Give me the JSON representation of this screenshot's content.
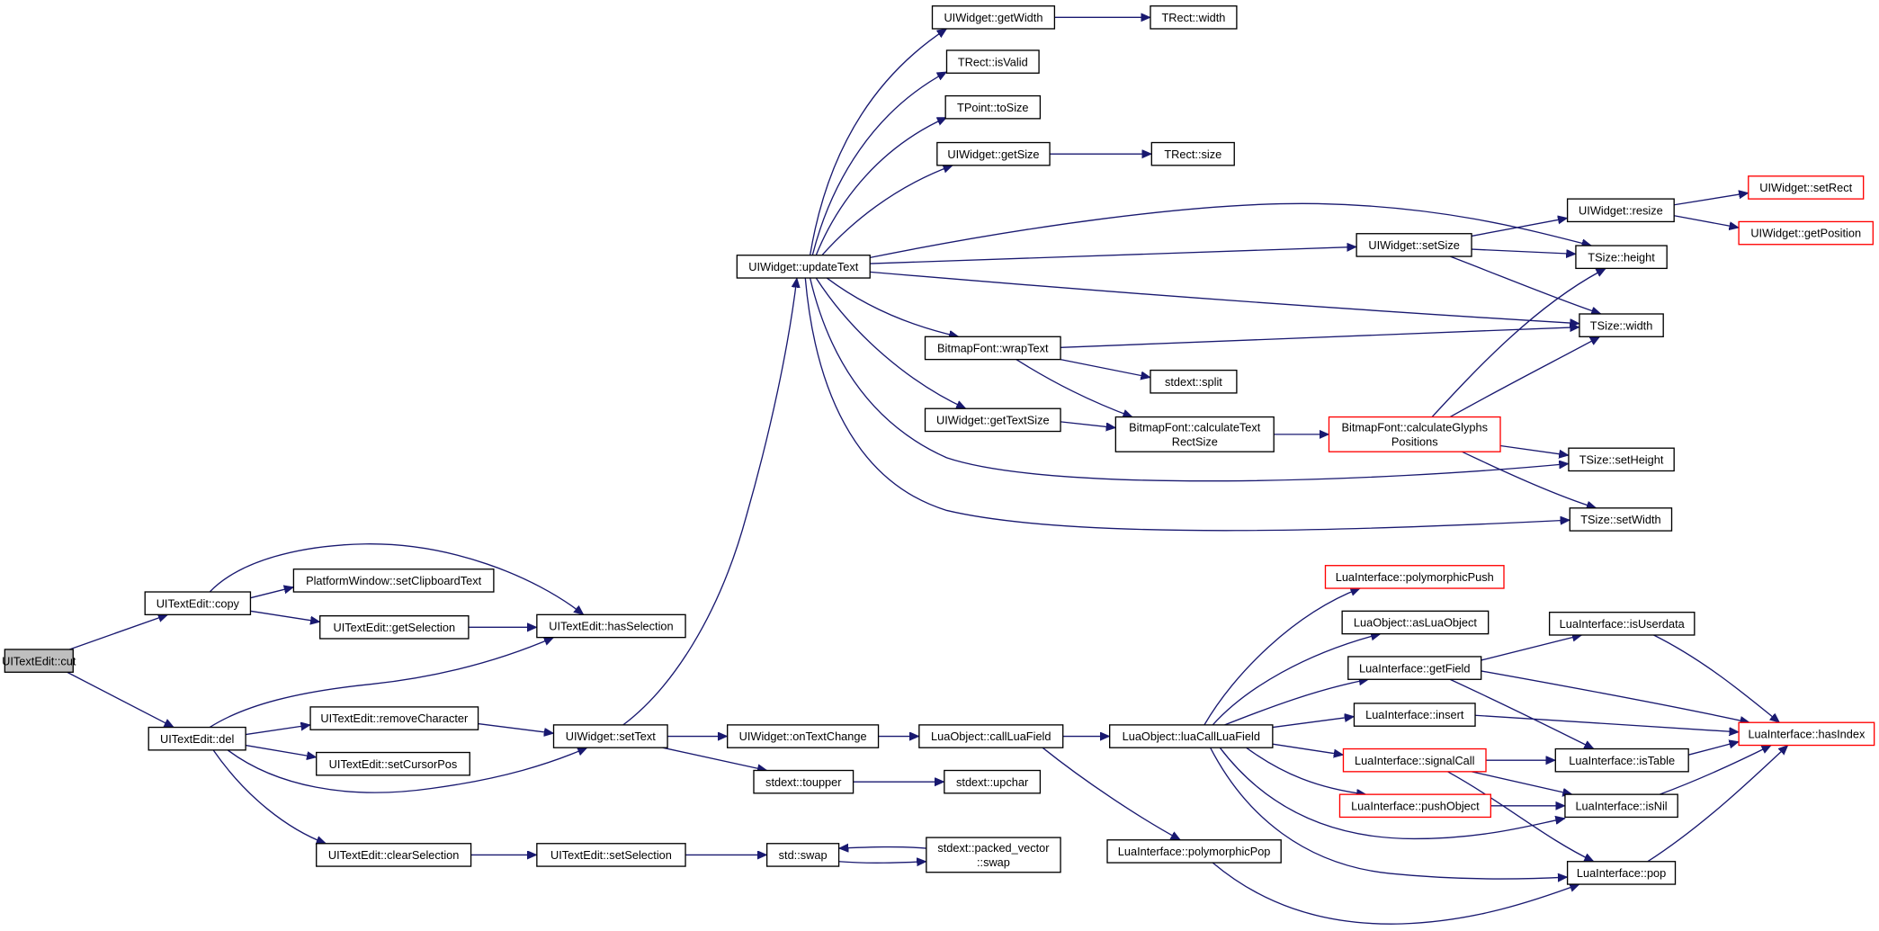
{
  "graph": {
    "nodes": {
      "cut": "UITextEdit::cut",
      "copy": "UITextEdit::copy",
      "del": "UITextEdit::del",
      "set_clipboard_text": "PlatformWindow::setClipboardText",
      "get_selection": "UITextEdit::getSelection",
      "has_selection": "UITextEdit::hasSelection",
      "remove_character": "UITextEdit::removeCharacter",
      "set_cursor_pos": "UITextEdit::setCursorPos",
      "clear_selection": "UITextEdit::clearSelection",
      "set_selection": "UITextEdit::setSelection",
      "set_text": "UIWidget::setText",
      "on_text_change": "UIWidget::onTextChange",
      "toupper": "stdext::toupper",
      "upchar": "stdext::upchar",
      "std_swap": "std::swap",
      "packed_vector_swap": [
        "stdext::packed_vector",
        "::swap"
      ],
      "call_lua_field": "LuaObject::callLuaField",
      "lua_call_lua_field": "LuaObject::luaCallLuaField",
      "polymorphic_pop": "LuaInterface::polymorphicPop",
      "polymorphic_push": "LuaInterface::polymorphicPush",
      "as_lua_object": "LuaObject::asLuaObject",
      "get_field": "LuaInterface::getField",
      "insert": "LuaInterface::insert",
      "signal_call": "LuaInterface::signalCall",
      "push_object": "LuaInterface::pushObject",
      "is_userdata": "LuaInterface::isUserdata",
      "is_table": "LuaInterface::isTable",
      "is_nil": "LuaInterface::isNil",
      "pop": "LuaInterface::pop",
      "has_index": "LuaInterface::hasIndex",
      "update_text": "UIWidget::updateText",
      "get_width": "UIWidget::getWidth",
      "trect_width": "TRect::width",
      "trect_is_valid": "TRect::isValid",
      "tpoint_to_size": "TPoint::toSize",
      "get_size": "UIWidget::getSize",
      "trect_size": "TRect::size",
      "set_size": "UIWidget::setSize",
      "resize": "UIWidget::resize",
      "set_rect": "UIWidget::setRect",
      "get_position": "UIWidget::getPosition",
      "tsize_height": "TSize::height",
      "tsize_width": "TSize::width",
      "wrap_text": "BitmapFont::wrapText",
      "split": "stdext::split",
      "get_text_size": "UIWidget::getTextSize",
      "calculate_text_rect_size": [
        "BitmapFont::calculateText",
        "RectSize"
      ],
      "calculate_glyphs_positions": [
        "BitmapFont::calculateGlyphs",
        "Positions"
      ],
      "tsize_set_height": "TSize::setHeight",
      "tsize_set_width": "TSize::setWidth"
    }
  },
  "colors": {
    "edge": "#191970",
    "node_border": "#000000",
    "highlight_border": "#ff0000",
    "root_fill": "#bfbfbf",
    "node_fill": "#ffffff"
  }
}
